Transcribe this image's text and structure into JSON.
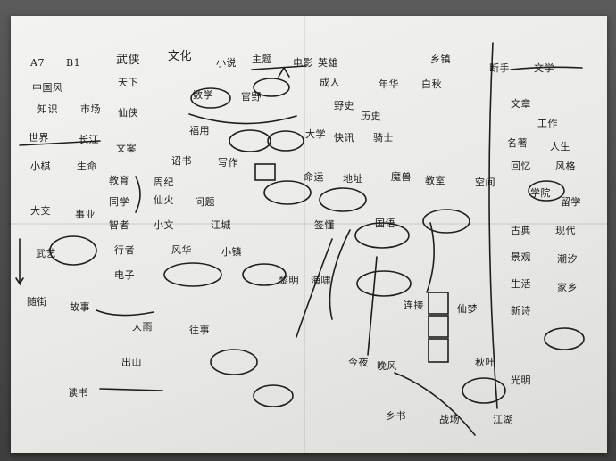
{
  "notes": {
    "a7": "A7",
    "b1": "B1",
    "zhongguofeng": "中国风",
    "wuxia": "武侠",
    "wenhua": "文化",
    "xiaoshuo": "小说",
    "zhuti": "主题",
    "dianying": "电影",
    "yingxiong": "英雄",
    "xiangzhang": "乡镇",
    "tianxia": "天下",
    "chengren": "成人",
    "nianhua": "年华",
    "baiqiu": "白秋",
    "duanshou": "断手",
    "wenxue": "文学",
    "shuxue": "数学",
    "guanye": "官野",
    "zhishi": "知识",
    "shichang": "市场",
    "xianxia": "仙侠",
    "yeshi": "野史",
    "lishi": "历史",
    "wenzhang": "文章",
    "gongzuo": "工作",
    "fuyong": "福用",
    "daxue": "大学",
    "kuaixun": "快讯",
    "qishi": "骑士",
    "shijian": "世界",
    "changjiang": "长江",
    "wenan": "文案",
    "mingzhu": "名著",
    "rensheng": "人生",
    "zhaoshu": "诏书",
    "xiezuo": "写作",
    "xiaoqi": "小棋",
    "shengming": "生命",
    "huiyi": "回忆",
    "fengge": "风格",
    "jiaoyu": "教育",
    "zhouji": "周纪",
    "mingyun": "命运",
    "dizhi": "地址",
    "moshou": "魔兽",
    "jiaoshi": "教室",
    "kongjian": "空间",
    "xueyuan": "学院",
    "liuxue": "留学",
    "tongxue": "同学",
    "xianhuo": "仙火",
    "wenti": "问题",
    "dajiao": "大交",
    "shiye": "事业",
    "zhizhe": "智者",
    "xiaowen": "小文",
    "jiangcheng": "江城",
    "qiandong": "签懂",
    "guoyu": "国语",
    "gudian": "古典",
    "xiandai": "现代",
    "wuyi": "武艺",
    "xingzhe": "行者",
    "fenghua": "风华",
    "xiaozhen": "小镇",
    "jingguan": "景观",
    "chaoxi": "潮汐",
    "dianzi": "电子",
    "liming": "黎明",
    "haixiao": "海啸",
    "shenghuo": "生活",
    "jiaxiang": "家乡",
    "suijie": "随街",
    "gushi": "故事",
    "lianjie": "连接",
    "xianmeng": "仙梦",
    "xinshi": "新诗",
    "dayu": "大雨",
    "wangshi": "往事",
    "jinye": "今夜",
    "wanfeng": "晚风",
    "chushan": "出山",
    "qiuye": "秋叶",
    "guangming": "光明",
    "dushu": "读书",
    "xiangshu": "乡书",
    "zhanchang": "战场",
    "jianghu": "江湖"
  }
}
